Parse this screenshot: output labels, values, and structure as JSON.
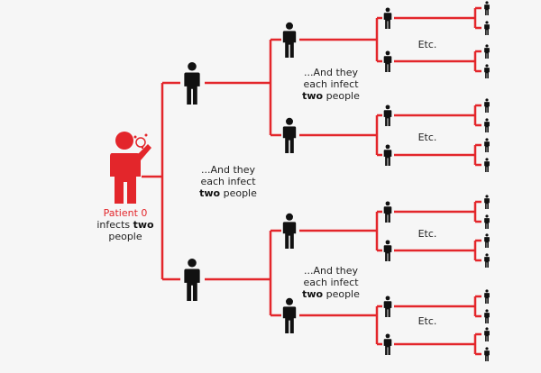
{
  "colors": {
    "line": "#e3262b",
    "person": "#111111",
    "patient": "#e3262b",
    "background": "#f6f6f6"
  },
  "patient_zero": {
    "name": "Patient 0",
    "text_pre": "infects",
    "text_bold": "two",
    "text_post": "people",
    "icon": "coughing-person-icon"
  },
  "spread_label": {
    "line1": "...And they",
    "line2": "each infect",
    "bold": "two",
    "post": "people"
  },
  "etc_label": "Etc.",
  "person_icon": "person-icon"
}
